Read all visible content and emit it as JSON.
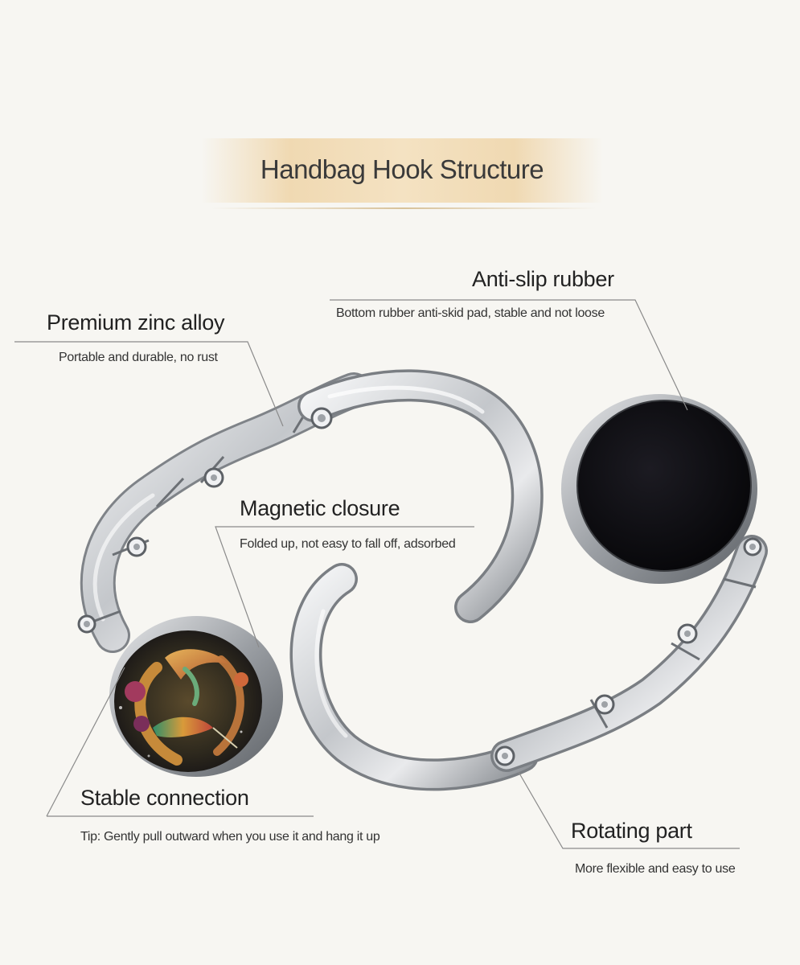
{
  "title": "Handbag Hook Structure",
  "callouts": {
    "zinc": {
      "heading": "Premium zinc alloy",
      "desc": "Portable and durable, no rust"
    },
    "rubber": {
      "heading": "Anti-slip rubber",
      "desc": "Bottom rubber anti-skid pad, stable and not loose"
    },
    "magnet": {
      "heading": "Magnetic closure",
      "desc": "Folded up, not easy to fall off,  adsorbed"
    },
    "stable": {
      "heading": "Stable connection",
      "desc": "Tip: Gently pull outward when you use it and hang it up"
    },
    "rotating": {
      "heading": "Rotating part",
      "desc": "More flexible and easy to use"
    }
  },
  "colors": {
    "background": "#f7f6f2",
    "accent_band": "#f0d9b2",
    "metal": "#c9ccd0",
    "rubber_pad": "#0c0c10",
    "leader_line": "#8a8a8a"
  }
}
